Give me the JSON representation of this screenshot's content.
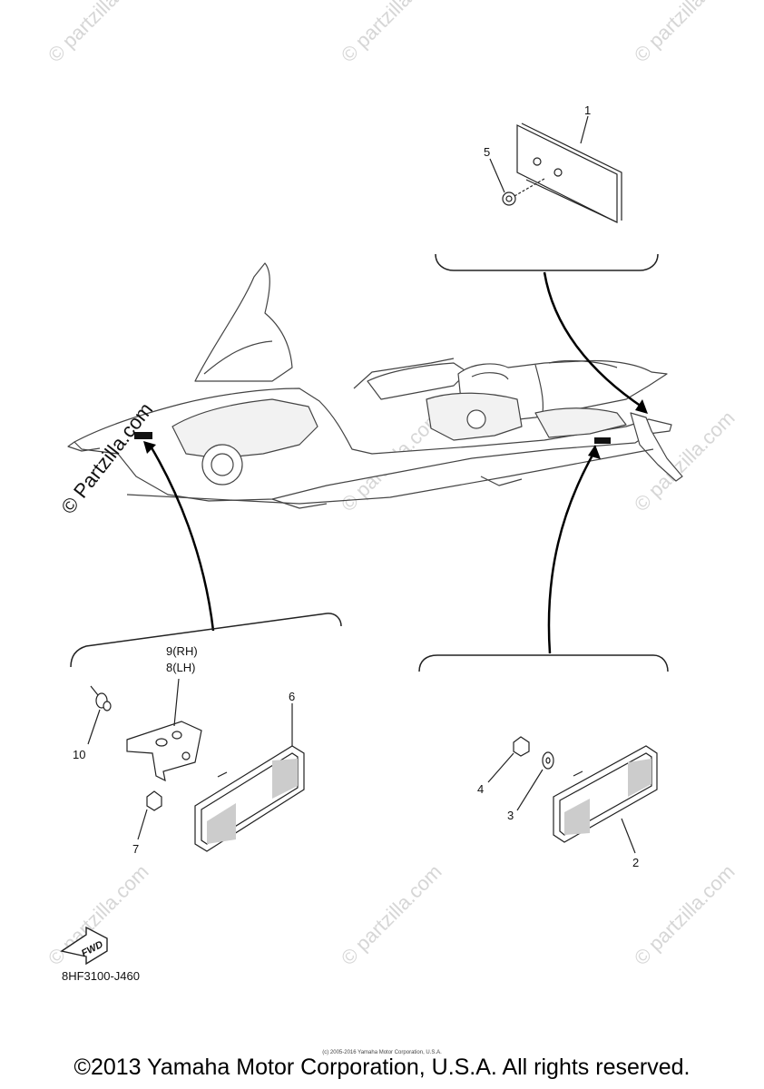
{
  "diagram": {
    "callouts": {
      "c1": "1",
      "c2": "2",
      "c3": "3",
      "c4": "4",
      "c5": "5",
      "c6": "6",
      "c7": "7",
      "c8": "8(LH)",
      "c9": "9(RH)",
      "c10": "10"
    },
    "fwd_label": "FWD",
    "diagram_code": "8HF3100-J460"
  },
  "watermark": {
    "text": "© Partzilla.com",
    "wm_text": "© partzilla.com"
  },
  "footer": {
    "micro_text": "(c) 2005-2016 Yamaha Motor Corporation, U.S.A.",
    "copyright": "©2013 Yamaha Motor Corporation, U.S.A. All rights reserved."
  }
}
